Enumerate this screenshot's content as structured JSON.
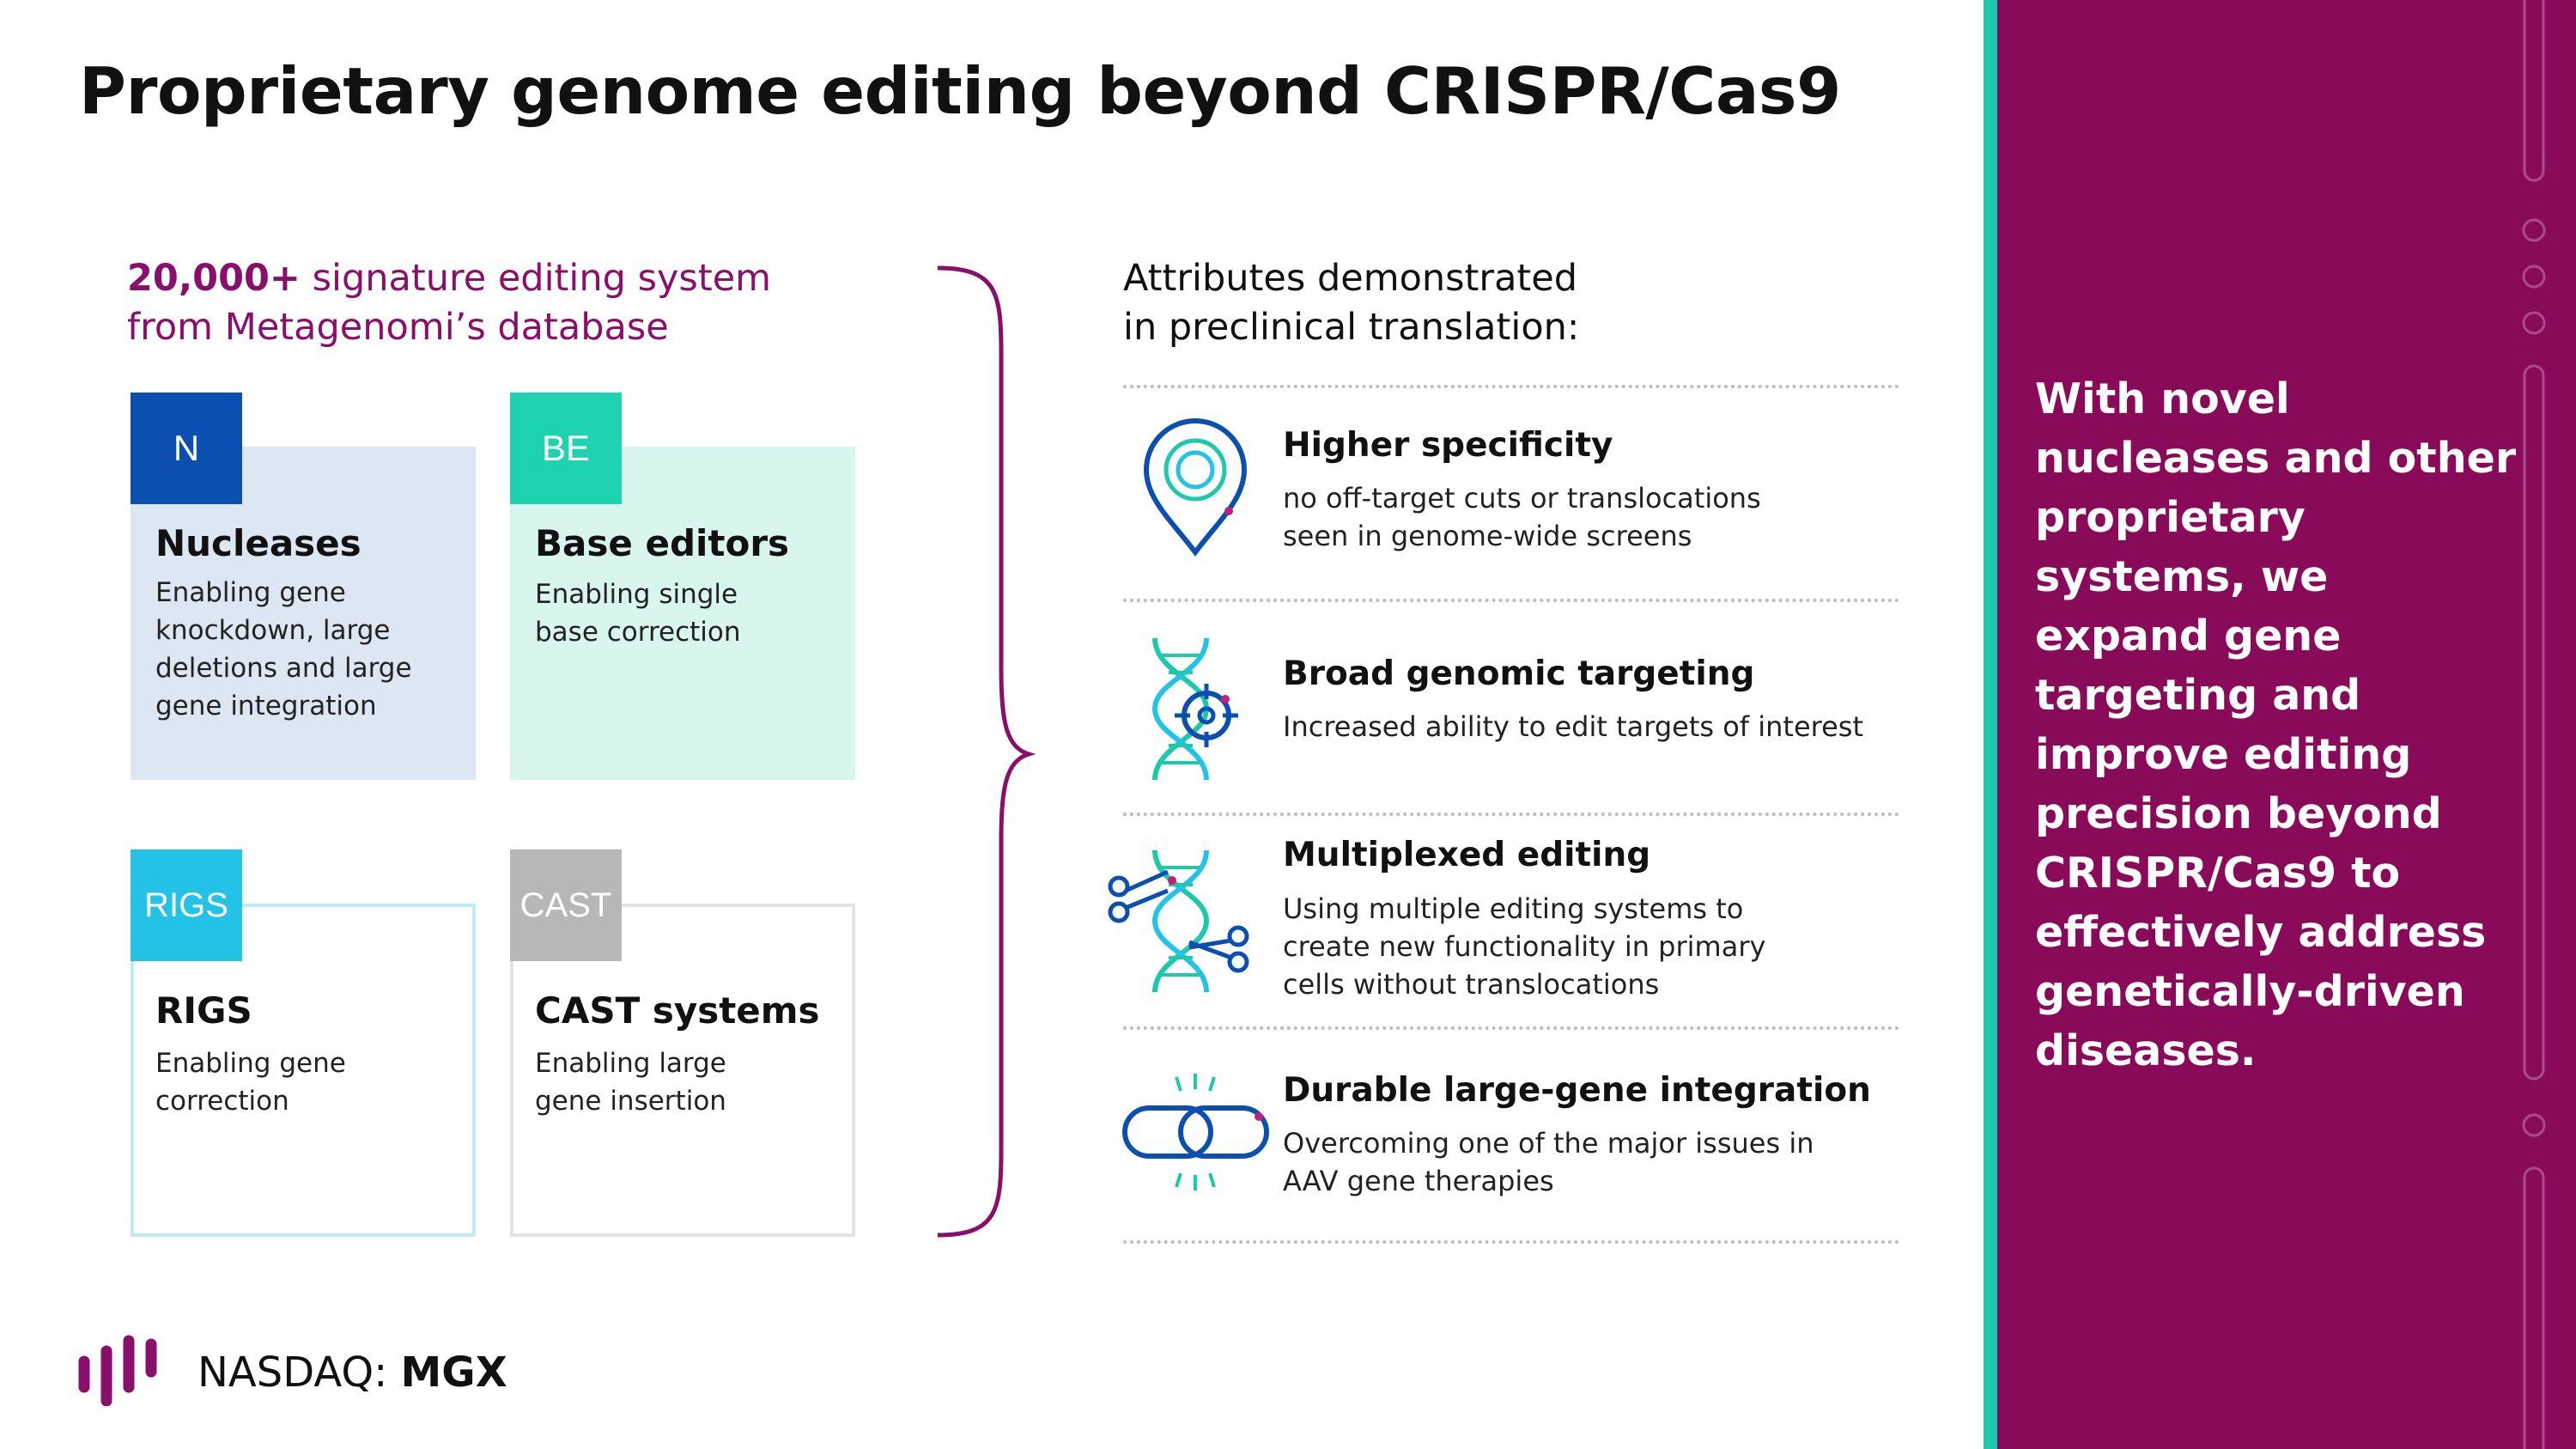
{
  "title": "Proprietary genome editing beyond CRISPR/Cas9",
  "subtitle": {
    "bold": "20,000+",
    "line1_rest": " signature editing system",
    "line2": "from Metagenomi’s database"
  },
  "cards": [
    {
      "tag": "N",
      "title": "Nucleases",
      "desc": "Enabling gene knockdown, large deletions and large gene integration"
    },
    {
      "tag": "BE",
      "title": "Base editors",
      "desc": "Enabling single base correction"
    },
    {
      "tag": "RIGS",
      "title": "RIGS",
      "desc": "Enabling gene correction"
    },
    {
      "tag": "CAST",
      "title": "CAST systems",
      "desc": "Enabling large gene insertion"
    }
  ],
  "attributes": {
    "heading_line1": "Attributes demonstrated",
    "heading_line2": "in preclinical translation:",
    "items": [
      {
        "icon": "location-pin-icon",
        "title": "Higher specificity",
        "desc": "no off-target cuts or translocations seen in genome-wide screens"
      },
      {
        "icon": "dna-target-icon",
        "title": "Broad genomic targeting",
        "desc": "Increased ability to edit targets of interest"
      },
      {
        "icon": "dna-scissors-icon",
        "title": "Multiplexed editing",
        "desc": "Using multiple editing systems to create new functionality in primary cells without translocations"
      },
      {
        "icon": "chain-link-icon",
        "title": "Durable large-gene integration",
        "desc": "Overcoming one of the major issues in AAV gene therapies"
      }
    ]
  },
  "panel": {
    "text": "With novel nucleases and other proprietary systems, we expand gene targeting and improve editing precision beyond CRISPR/Cas9 to effectively address genetically-driven diseases."
  },
  "footer": {
    "logo": "metagenomi-bars-logo",
    "exchange": "NASDAQ: ",
    "ticker": "MGX"
  },
  "colors": {
    "purple": "#8a0f6a",
    "panel": "#8a0a5a",
    "teal": "#1ec9aa",
    "navy": "#0b4fb0",
    "cyan": "#22c3e6",
    "gray": "#b7b7b7",
    "light_blue": "#dde7f3",
    "light_teal": "#d8f6ee"
  }
}
